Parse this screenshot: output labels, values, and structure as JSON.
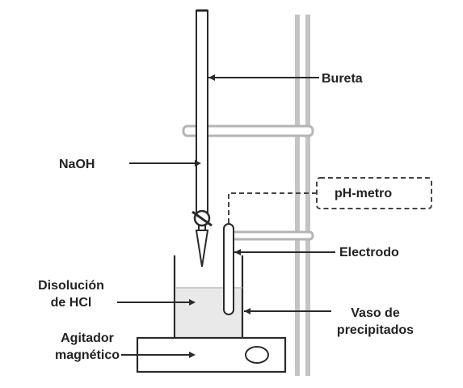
{
  "labels": {
    "bureta": "Bureta",
    "naoh": "NaOH",
    "ph_metro": "pH-metro",
    "electrodo": "Electrodo",
    "disolucion_line1": "Disolución",
    "disolucion_line2": "de HCl",
    "vaso_line1": "Vaso de",
    "vaso_line2": "precipitados",
    "agitador_line1": "Agitador",
    "agitador_line2": "magnético"
  },
  "colors": {
    "line": "#2a2a2a",
    "stand": "#c4c4c4",
    "clamp": "#b5b5b5",
    "liquid": "#e9e9e9",
    "text": "#222222"
  }
}
